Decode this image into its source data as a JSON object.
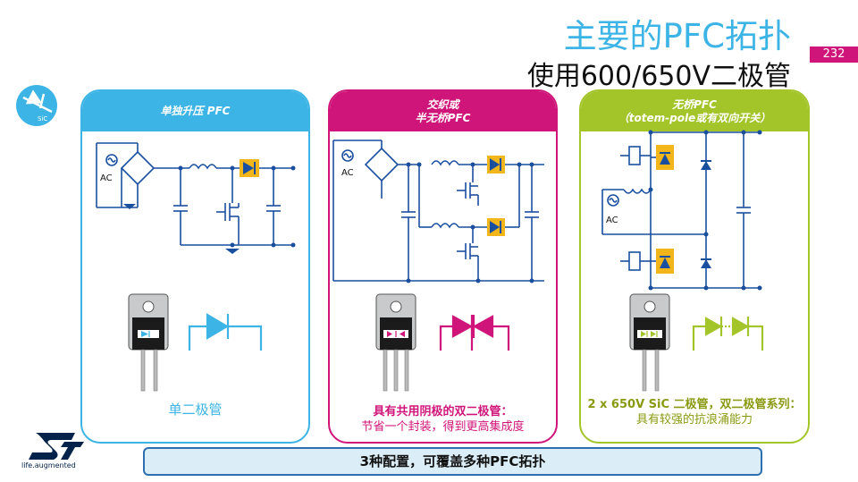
{
  "header": {
    "title": "主要的PFC拓扑",
    "subtitle": "使用600/650V二极管",
    "page_number": "232"
  },
  "badge": {
    "label": "SiC"
  },
  "panels": [
    {
      "head": [
        "单独升压 PFC"
      ],
      "caption": [
        "单二极管"
      ],
      "color": "#3cb4e5",
      "caption_color": "#3cb4e5",
      "ac_label": "AC"
    },
    {
      "head": [
        "交织或",
        "半无桥PFC"
      ],
      "caption": [
        "具有共用阴极的双二极管：",
        "节省一个封装，得到更高集成度"
      ],
      "color": "#d0157a",
      "caption_color": "#d0157a",
      "ac_label": "AC"
    },
    {
      "head": [
        "无桥PFC",
        "（totem-pole或有双向开关）"
      ],
      "caption": [
        "2 x 650V SiC 二极管，双二极管系列：",
        "具有较强的抗浪涌能力"
      ],
      "color": "#a3c52a",
      "caption_color": "#8a9a10",
      "ac_label": "AC"
    }
  ],
  "footer": {
    "text": "3种配置，可覆盖多种PFC拓扑"
  },
  "logo": {
    "tagline": "life.augmented"
  },
  "colors": {
    "circuit": "#1a4fa0",
    "diode_highlight": "#f2b61a"
  }
}
